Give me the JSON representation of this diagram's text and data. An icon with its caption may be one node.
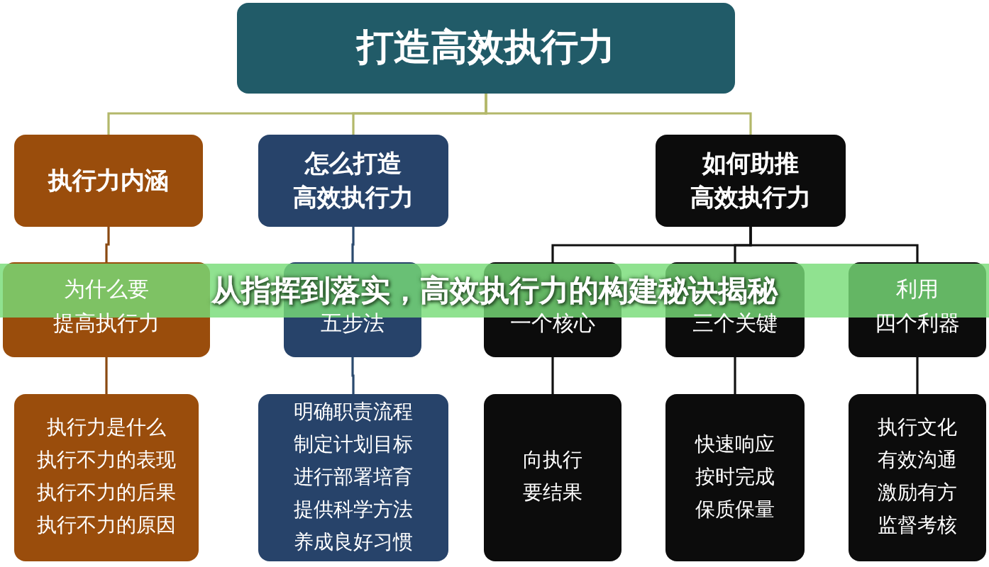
{
  "diagram": {
    "nodes": [
      {
        "text": [
          "打造高效执行力"
        ]
      },
      {
        "text": [
          "执行力内涵"
        ]
      },
      {
        "text": [
          "怎么打造",
          "高效执行力"
        ]
      },
      {
        "text": [
          "如何助推",
          "高效执行力"
        ]
      },
      {
        "text": [
          "为什么要",
          "提高执行力"
        ]
      },
      {
        "text": [
          "五步法"
        ]
      },
      {
        "text": [
          "一个核心"
        ]
      },
      {
        "text": [
          "三个关键"
        ]
      },
      {
        "text": [
          "利用",
          "四个利器"
        ]
      },
      {
        "text": [
          "执行力是什么",
          "执行不力的表现",
          "执行不力的后果",
          "执行不力的原因"
        ]
      },
      {
        "text": [
          "明确职责流程",
          "制定计划目标",
          "进行部署培育",
          "提供科学方法",
          "养成良好习惯"
        ]
      },
      {
        "text": [
          "向执行",
          "要结果"
        ]
      },
      {
        "text": [
          "快速响应",
          "按时完成",
          "保质保量"
        ]
      },
      {
        "text": [
          "执行文化",
          "有效沟通",
          "激励有方",
          "监督考核"
        ]
      }
    ],
    "edges": [
      {
        "from": 0,
        "to": 1,
        "arrow": "none",
        "color": "#b3b86a"
      },
      {
        "from": 0,
        "to": 2,
        "arrow": "none",
        "color": "#b3b86a"
      },
      {
        "from": 0,
        "to": 3,
        "arrow": "none",
        "color": "#b3b86a"
      },
      {
        "from": 1,
        "to": 4,
        "arrow": "none",
        "color": "#8a4a12"
      },
      {
        "from": 2,
        "to": 5,
        "arrow": "none",
        "color": "#2b4a6e"
      },
      {
        "from": 3,
        "to": 6,
        "arrow": "none"
      },
      {
        "from": 3,
        "to": 7,
        "arrow": "none"
      },
      {
        "from": 3,
        "to": 8,
        "arrow": "none"
      },
      {
        "from": 4,
        "to": 9,
        "arrow": "none",
        "color": "#8a4a12"
      },
      {
        "from": 5,
        "to": 10,
        "arrow": "none",
        "color": "#2b4a6e"
      },
      {
        "from": 6,
        "to": 11,
        "arrow": "none"
      },
      {
        "from": 7,
        "to": 12,
        "arrow": "none"
      },
      {
        "from": 8,
        "to": 13,
        "arrow": "none"
      }
    ],
    "labels": [
      "从指挥到落实，高效执行力的构建秘诀揭秘"
    ]
  }
}
